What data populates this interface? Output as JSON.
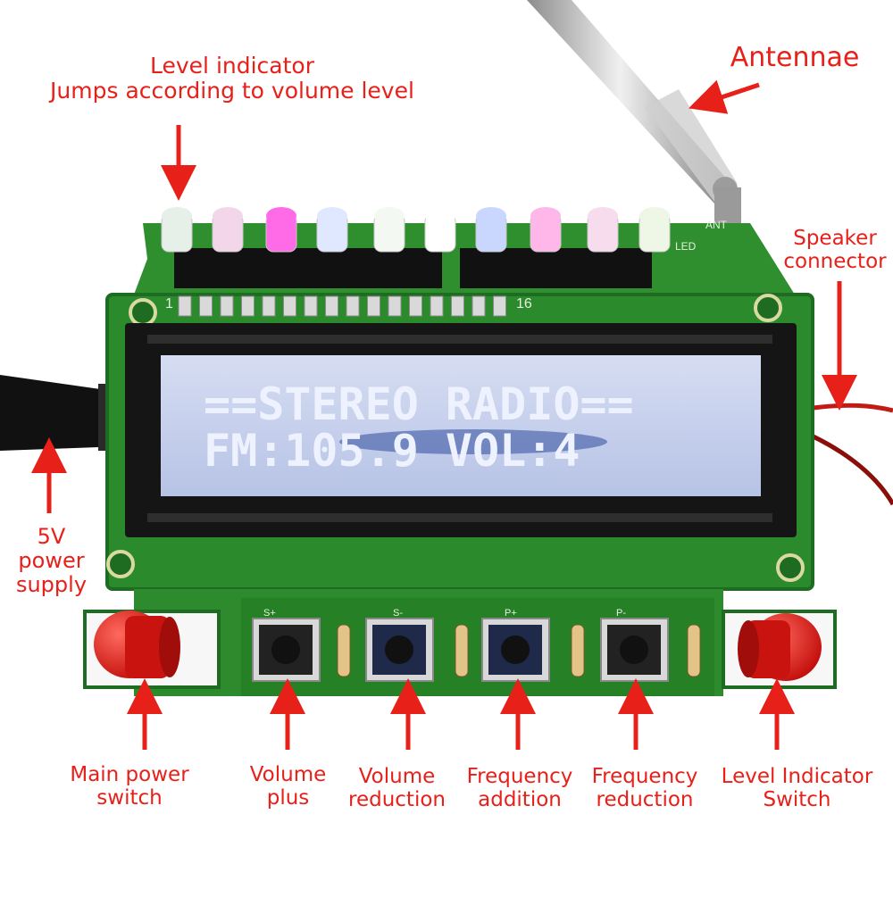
{
  "colors": {
    "pcb": "#2f8f2f",
    "pcb_dark": "#1e6b22",
    "lcd_bezel": "#151515",
    "lcd_screen": "#c9d3ee",
    "label_red": "#e8201a",
    "button_red": "#e21b17",
    "antenna_silver": "#bdbdbd"
  },
  "callouts": {
    "level_indicator": {
      "title": "Level indicator",
      "desc": "Jumps according to volume level"
    },
    "antennae": "Antennae",
    "speaker_connector": {
      "line1": "Speaker",
      "line2": "connector"
    },
    "power_supply": {
      "line1": "5V",
      "line2": "power",
      "line3": "supply"
    },
    "main_power_switch": {
      "line1": "Main power",
      "line2": "switch"
    },
    "volume_plus": {
      "line1": "Volume",
      "line2": "plus"
    },
    "volume_reduction": {
      "line1": "Volume",
      "line2": "reduction"
    },
    "frequency_addition": {
      "line1": "Frequency",
      "line2": "addition"
    },
    "frequency_reduction": {
      "line1": "Frequency",
      "line2": "reduction"
    },
    "level_indicator_switch": {
      "line1": "Level Indicator",
      "line2": "Switch"
    }
  },
  "lcd": {
    "line1": "==STEREO RADIO==",
    "line2": "FM:105.9 VOL:4"
  },
  "pcb_silkscreen": {
    "pin_start": "1",
    "pin_end": "16",
    "ant": "ANT",
    "led": "LED",
    "btn_1": "S+",
    "btn_2": "S-",
    "btn_3": "P+",
    "btn_4": "P-"
  },
  "led_colors": [
    "#e6f0e8",
    "#f3d6ea",
    "#ff6be6",
    "#dfe8ff",
    "#f4f8f2",
    "#ffffff",
    "#c9d7ff",
    "#ffb6e8",
    "#f6dcec",
    "#eef6e6"
  ]
}
